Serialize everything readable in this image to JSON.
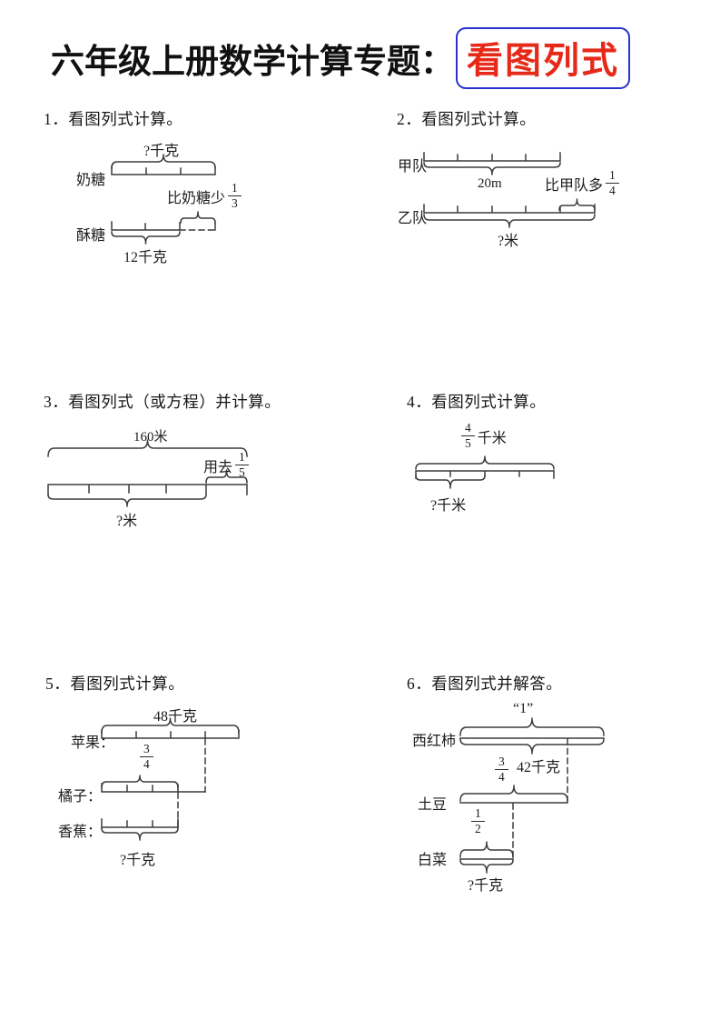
{
  "page": {
    "title_prefix": "六年级上册数学计算专题：",
    "title_highlight": "看图列式",
    "colors": {
      "highlight_red": "#e62a1a",
      "box_blue": "#2733cb",
      "ink": "#1d1d1d"
    }
  },
  "p1": {
    "heading": "1．看图列式计算。",
    "top_label": "?千克",
    "bar1_label": "奶糖",
    "note_text": "比奶糖少",
    "note_frac": {
      "num": "1",
      "den": "3"
    },
    "bar2_label": "酥糖",
    "bottom_label": "12千克"
  },
  "p2": {
    "heading": "2．看图列式计算。",
    "bar1_label": "甲队",
    "bar1_value": "20m",
    "note_text": "比甲队多",
    "note_frac": {
      "num": "1",
      "den": "4"
    },
    "bar2_label": "乙队",
    "bottom_label": "?米"
  },
  "p3": {
    "heading": "3．看图列式（或方程）并计算。",
    "top_label": "160米",
    "note_text": "用去",
    "note_frac": {
      "num": "1",
      "den": "5"
    },
    "bottom_label": "?米"
  },
  "p4": {
    "heading": "4．看图列式计算。",
    "top_frac": {
      "num": "4",
      "den": "5"
    },
    "top_unit": "千米",
    "bottom_label": "?千米"
  },
  "p5": {
    "heading": "5．看图列式计算。",
    "top_label": "48千克",
    "bar1_label": "苹果：",
    "frac": {
      "num": "3",
      "den": "4"
    },
    "bar2_label": "橘子：",
    "bar3_label": "香蕉：",
    "bottom_label": "?千克"
  },
  "p6": {
    "heading": "6．看图列式并解答。",
    "top_label": "“1”",
    "bar1_label": "西红柿",
    "bar1_value": "42千克",
    "frac1": {
      "num": "3",
      "den": "4"
    },
    "bar2_label": "土豆",
    "frac2": {
      "num": "1",
      "den": "2"
    },
    "bar3_label": "白菜",
    "bottom_label": "?千克"
  }
}
